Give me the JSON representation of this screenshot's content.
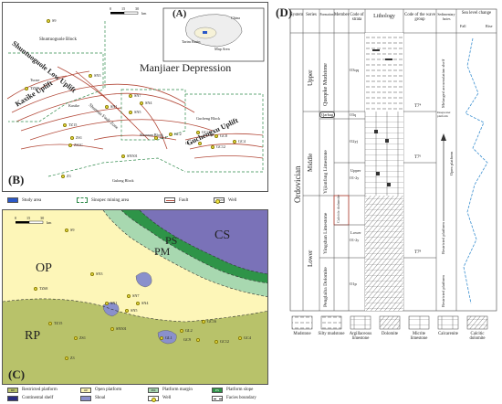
{
  "panels": {
    "a": {
      "label": "(A)",
      "china": "China",
      "tarim_basin": "Tarim Basin",
      "map_area": "Map Area"
    },
    "b": {
      "label": "(B)",
      "scale_ticks": [
        "0",
        "15",
        "30"
      ],
      "scale_unit": "km",
      "structures": {
        "shuntuoguole_low_uplift": "Shuntuoguole Low Uplift",
        "shuntuoguole_block": "Shuntuoguole Block",
        "manjiaer_depression": "Manjiaer Depression",
        "kaxike_uplift": "Kaxike Uplift",
        "guchengxu_uplift": "Guchengxu Uplift",
        "gucheng_block": "Gucheng Block",
        "shunnan_block": "Shunnan Block",
        "guleng_block": "Gulong Block",
        "tuoze": "Tuoze",
        "kaxike": "Kaxike",
        "shunnan_fault": "Shunnan Fault Zone"
      },
      "wells": [
        "S9",
        "SN3",
        "TZ68",
        "SN1",
        "SN7",
        "SN4",
        "SN5",
        "SN501",
        "GL1",
        "GL2",
        "GC16",
        "GC9",
        "GC12",
        "GC4",
        "GC8",
        "TZ15",
        "ZS1",
        "ZS1C",
        "Z3"
      ],
      "legend": [
        {
          "label": "Study area"
        },
        {
          "label": "Sinopec mining area"
        },
        {
          "label": "Fault"
        },
        {
          "label": "Well",
          "sample": "SN5"
        }
      ]
    },
    "c": {
      "label": "(C)",
      "scale_ticks": [
        "0",
        "15",
        "30"
      ],
      "scale_unit": "km",
      "facies": {
        "cs": "CS",
        "ps": "PS",
        "pm": "PM",
        "op": "OP",
        "rp": "RP"
      },
      "wells": [
        "S9",
        "SN3",
        "TZ68",
        "SN1",
        "SN7",
        "SN4",
        "SN5",
        "TZ15",
        "ZS1",
        "SN501",
        "GL1",
        "GL2",
        "GC16",
        "GC9",
        "GC12",
        "GC4",
        "Z3"
      ],
      "legend": [
        {
          "code": "RP",
          "label": "Restricted platform"
        },
        {
          "code": "OP",
          "label": "Open platform"
        },
        {
          "code": "PM",
          "label": "Platform margin"
        },
        {
          "code": "PS",
          "label": "Platform slope"
        },
        {
          "code": "",
          "label": "Continental shelf"
        },
        {
          "code": "",
          "label": "Shoal"
        },
        {
          "code": "",
          "label": "Well"
        },
        {
          "code": "",
          "label": "Facies boundary"
        }
      ],
      "colors": {
        "rp": "#b8c26a",
        "op": "#fdf6b8",
        "pm": "#a8d8b0",
        "ps": "#2e9448",
        "cs": "#7a72b8",
        "shoal": "#8a90cc"
      }
    },
    "d": {
      "label": "(D)",
      "headers": {
        "system": "System",
        "series": "Series",
        "formation": "Formation",
        "member": "Member",
        "code": "Code of strata",
        "lithology": "Lithology",
        "wave": "Code of the wave group",
        "facies": "Sedimentary facies",
        "sea_level": "Sea level change",
        "fall": "Fall",
        "rise": "Rise"
      },
      "system": "Ordovician",
      "series": [
        "Upper",
        "Middle",
        "Lower"
      ],
      "formations": [
        "Queqeke Mudstone",
        "Qarbag",
        "Yijianfang Limestone",
        "Yingshan Limestone",
        "Penglaiba Dolomite"
      ],
      "members": [
        "Upper",
        "Calcitic dolomite",
        "Lower"
      ],
      "codes": [
        "O3qq",
        "O3q",
        "O2yj",
        "O1-2y",
        "O1-2y",
        "O1p"
      ],
      "wave_groups": [
        "T7⁴",
        "T7⁶",
        "T7⁸"
      ],
      "facies": [
        "Melanged accumulation shelf",
        "Deepwater platform",
        "Open platform",
        "Restricted platform",
        "Restricted platform"
      ],
      "lith_legend": [
        "Mudstone",
        "Silty mudstone",
        "Argillaceous limestone",
        "Dolomite",
        "Micrite limestone",
        "Calcarenite",
        "Calcitic dolomite"
      ]
    }
  }
}
